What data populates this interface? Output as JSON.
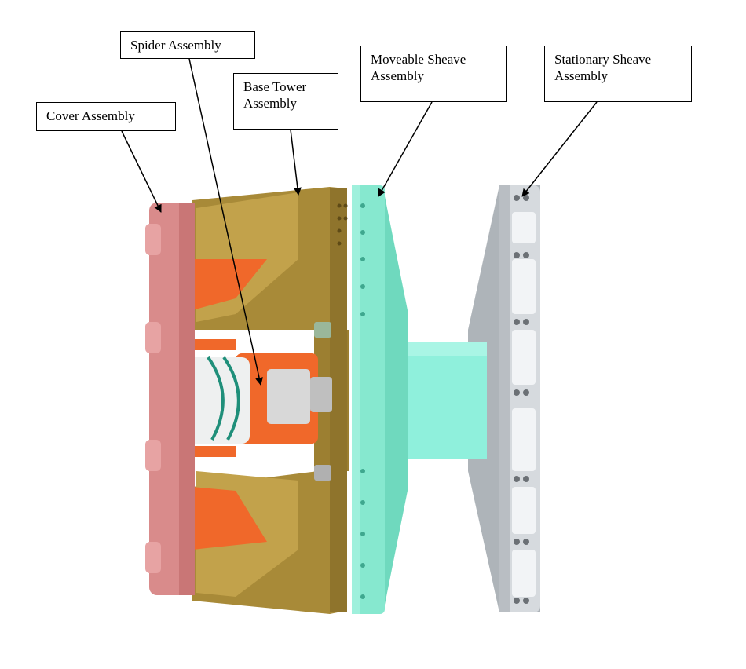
{
  "labels": {
    "spider": "Spider Assembly",
    "cover": "Cover Assembly",
    "base_tower": "Base Tower\nAssembly",
    "moveable_sheave": "Moveable Sheave\nAssembly",
    "stationary_sheave": "Stationary Sheave\nAssembly"
  },
  "colors": {
    "cover": "#d98b8b",
    "base_tower": "#a8893a",
    "spider": "#f0682a",
    "moveable_sheave": "#7fe3c8",
    "stationary_sheave": "#c9ced3",
    "spring": "#1f8f7a"
  }
}
